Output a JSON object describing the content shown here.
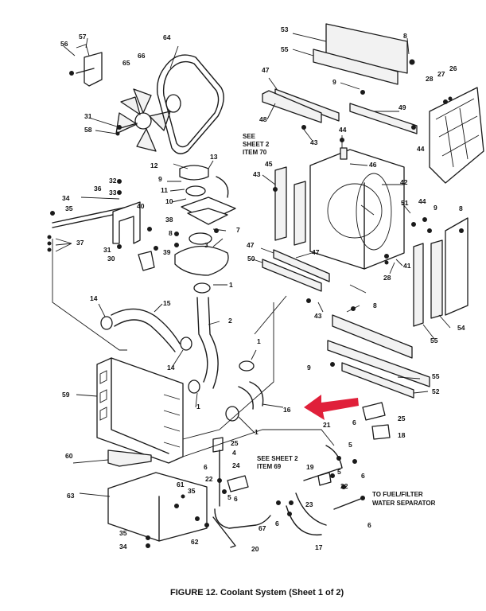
{
  "caption": "FIGURE 12.  Coolant System (Sheet 1 of 2)",
  "notes": {
    "see_sheet_2_item_70": [
      "SEE",
      "SHEET 2",
      "ITEM 70"
    ],
    "see_sheet_2_item_69": [
      "SEE SHEET 2",
      "ITEM 69"
    ],
    "fuel_filter": [
      "TO FUEL/FILTER",
      "WATER SEPARATOR"
    ]
  },
  "callouts": [
    {
      "id": "c57",
      "t": "57"
    },
    {
      "id": "c56",
      "t": "56"
    },
    {
      "id": "c64",
      "t": "64"
    },
    {
      "id": "c66",
      "t": "66"
    },
    {
      "id": "c65",
      "t": "65"
    },
    {
      "id": "c31a",
      "t": "31"
    },
    {
      "id": "c58",
      "t": "58"
    },
    {
      "id": "c53",
      "t": "53"
    },
    {
      "id": "c55a",
      "t": "55"
    },
    {
      "id": "c8a",
      "t": "8"
    },
    {
      "id": "c9a",
      "t": "9"
    },
    {
      "id": "c47a",
      "t": "47"
    },
    {
      "id": "c48",
      "t": "48"
    },
    {
      "id": "c49",
      "t": "49"
    },
    {
      "id": "c28a",
      "t": "28"
    },
    {
      "id": "c27",
      "t": "27"
    },
    {
      "id": "c26",
      "t": "26"
    },
    {
      "id": "c44a",
      "t": "44"
    },
    {
      "id": "c43a",
      "t": "43"
    },
    {
      "id": "c44b",
      "t": "44"
    },
    {
      "id": "c46",
      "t": "46"
    },
    {
      "id": "c12",
      "t": "12"
    },
    {
      "id": "c13",
      "t": "13"
    },
    {
      "id": "c9b",
      "t": "9"
    },
    {
      "id": "c11",
      "t": "11"
    },
    {
      "id": "c10",
      "t": "10"
    },
    {
      "id": "c32",
      "t": "32"
    },
    {
      "id": "c33",
      "t": "33"
    },
    {
      "id": "c34",
      "t": "34"
    },
    {
      "id": "c36",
      "t": "36"
    },
    {
      "id": "c35a",
      "t": "35"
    },
    {
      "id": "c40",
      "t": "40"
    },
    {
      "id": "c37",
      "t": "37"
    },
    {
      "id": "c38",
      "t": "38"
    },
    {
      "id": "c8b",
      "t": "8"
    },
    {
      "id": "c7",
      "t": "7"
    },
    {
      "id": "c3",
      "t": "3"
    },
    {
      "id": "c31b",
      "t": "31"
    },
    {
      "id": "c30",
      "t": "30"
    },
    {
      "id": "c39",
      "t": "39"
    },
    {
      "id": "c45",
      "t": "45"
    },
    {
      "id": "c43b",
      "t": "43"
    },
    {
      "id": "c42",
      "t": "42"
    },
    {
      "id": "c51",
      "t": "51"
    },
    {
      "id": "c44c",
      "t": "44"
    },
    {
      "id": "c9c",
      "t": "9"
    },
    {
      "id": "c8c",
      "t": "8"
    },
    {
      "id": "c47b",
      "t": "47"
    },
    {
      "id": "c47c",
      "t": "47"
    },
    {
      "id": "c50",
      "t": "50"
    },
    {
      "id": "c28b",
      "t": "28"
    },
    {
      "id": "c41",
      "t": "41"
    },
    {
      "id": "c1a",
      "t": "1"
    },
    {
      "id": "c14a",
      "t": "14"
    },
    {
      "id": "c15",
      "t": "15"
    },
    {
      "id": "c2",
      "t": "2"
    },
    {
      "id": "c43c",
      "t": "43"
    },
    {
      "id": "c8d",
      "t": "8"
    },
    {
      "id": "c54",
      "t": "54"
    },
    {
      "id": "c55b",
      "t": "55"
    },
    {
      "id": "c14b",
      "t": "14"
    },
    {
      "id": "c1b",
      "t": "1"
    },
    {
      "id": "c9d",
      "t": "9"
    },
    {
      "id": "c55c",
      "t": "55"
    },
    {
      "id": "c52",
      "t": "52"
    },
    {
      "id": "c59",
      "t": "59"
    },
    {
      "id": "c1c",
      "t": "1"
    },
    {
      "id": "c16",
      "t": "16"
    },
    {
      "id": "c1d",
      "t": "1"
    },
    {
      "id": "c25a",
      "t": "25"
    },
    {
      "id": "c6a",
      "t": "6"
    },
    {
      "id": "c18",
      "t": "18"
    },
    {
      "id": "c21",
      "t": "21"
    },
    {
      "id": "c25b",
      "t": "25"
    },
    {
      "id": "c5a",
      "t": "5"
    },
    {
      "id": "c4",
      "t": "4"
    },
    {
      "id": "c6b",
      "t": "6"
    },
    {
      "id": "c24",
      "t": "24"
    },
    {
      "id": "c19",
      "t": "19"
    },
    {
      "id": "c6c",
      "t": "6"
    },
    {
      "id": "c22a",
      "t": "22"
    },
    {
      "id": "c5b",
      "t": "5"
    },
    {
      "id": "c22b",
      "t": "22"
    },
    {
      "id": "c23",
      "t": "23"
    },
    {
      "id": "c60",
      "t": "60"
    },
    {
      "id": "c63",
      "t": "63"
    },
    {
      "id": "c61",
      "t": "61"
    },
    {
      "id": "c35b",
      "t": "35"
    },
    {
      "id": "c6d",
      "t": "6"
    },
    {
      "id": "c67",
      "t": "67"
    },
    {
      "id": "c6e",
      "t": "6"
    },
    {
      "id": "c6f",
      "t": "6"
    },
    {
      "id": "c35c",
      "t": "35"
    },
    {
      "id": "c34b",
      "t": "34"
    },
    {
      "id": "c62",
      "t": "62"
    },
    {
      "id": "c20",
      "t": "20"
    },
    {
      "id": "c17",
      "t": "17"
    },
    {
      "id": "c5c",
      "t": "5"
    }
  ],
  "arrow_color": "#e0203a"
}
